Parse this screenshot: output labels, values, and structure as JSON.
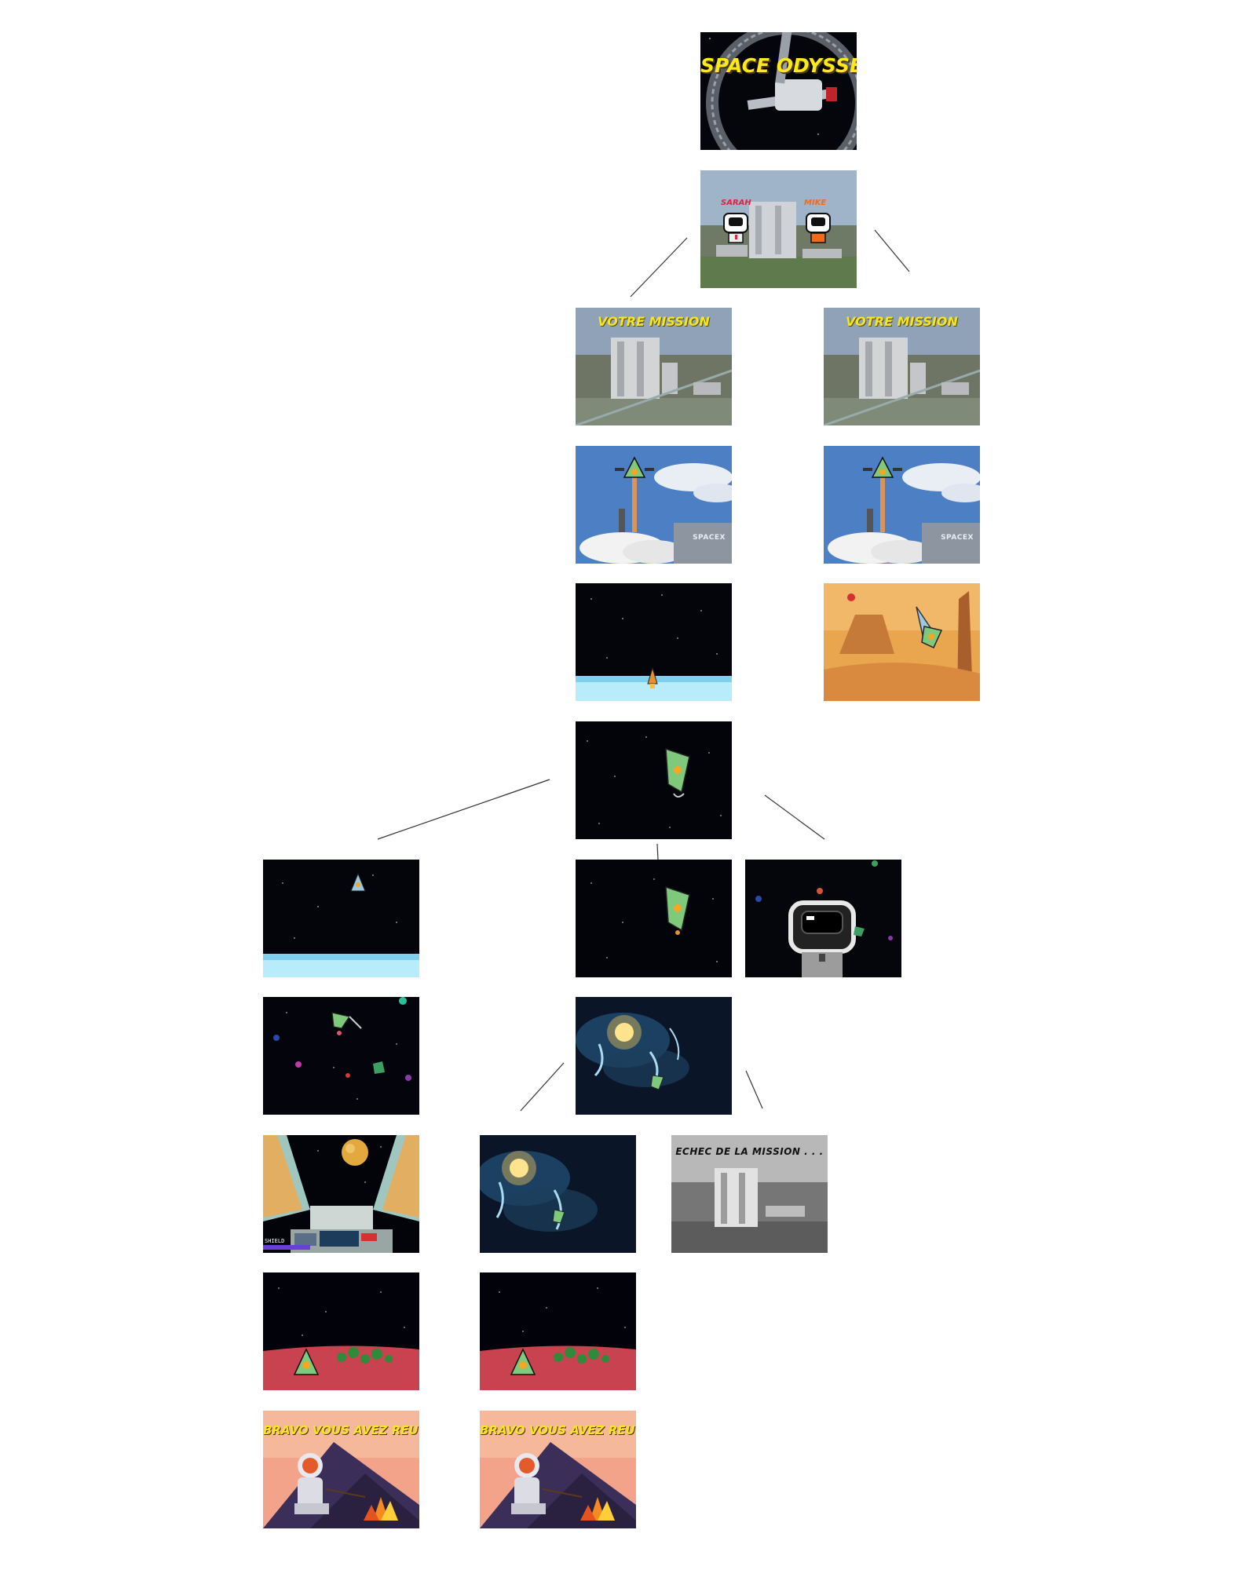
{
  "texts": {
    "title": "SPACE ODYSSEY",
    "mission": "VOTRE MISSION",
    "fail": "ECHEC DE LA MISSION . . .",
    "bravo": "BRAVO VOUS AVEZ REUSSI",
    "choice_left": "SARAH",
    "choice_right": "MIKE",
    "shield": "SHIELD",
    "spacex": "SPACEX"
  },
  "colors": {
    "title_yellow": "#ffe81a",
    "choice_left_name": "#e0223c",
    "choice_right_name": "#f26a1b",
    "mars_ground": "#c8424f",
    "desert": "#e9a64f",
    "space": "#05060c",
    "link_line": "#333333"
  }
}
